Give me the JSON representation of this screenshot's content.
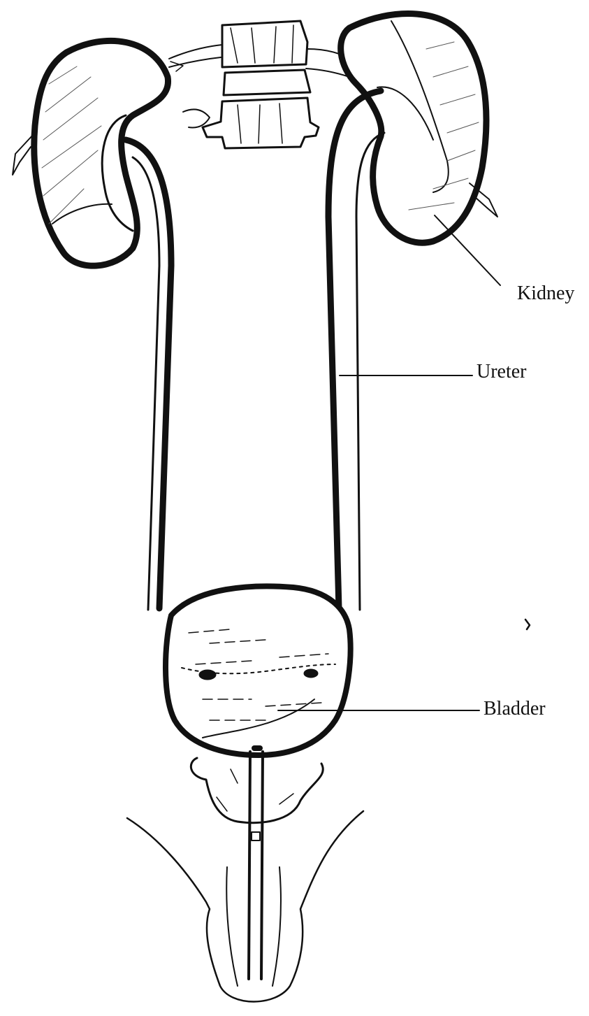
{
  "figure": {
    "labels": {
      "kidney": "Kidney",
      "ureter": "Ureter",
      "bladder": "Bladder"
    },
    "colors": {
      "ink": "#111111",
      "paper": "#ffffff"
    }
  }
}
